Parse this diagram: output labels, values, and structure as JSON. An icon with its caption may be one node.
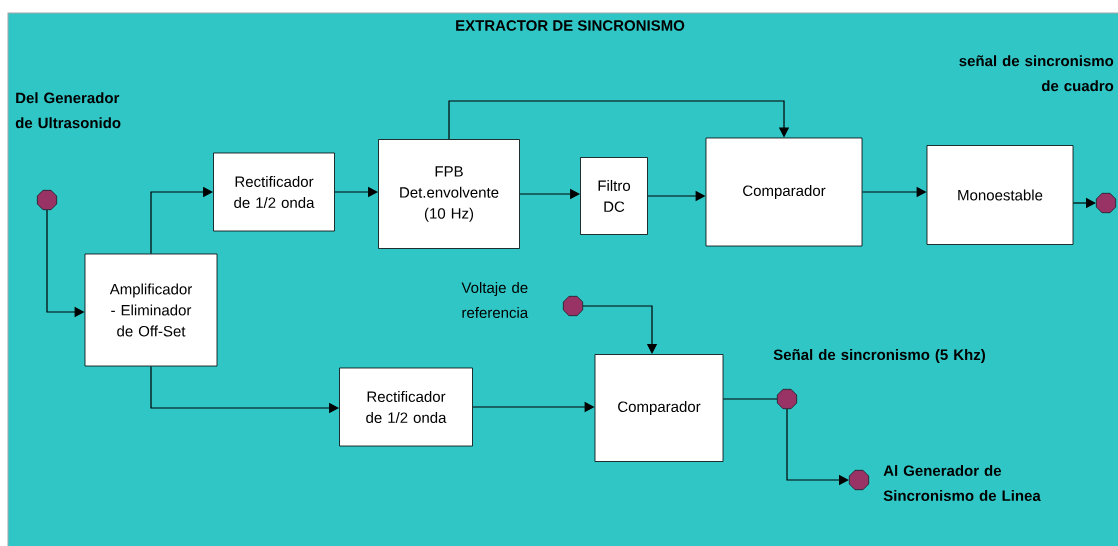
{
  "diagram": {
    "title": "EXTRACTOR DE SINCRONISMO",
    "nodes": [
      {
        "text": [],
        "shape": "circle"
      },
      {
        "text": [
          "Amplificador - Eliminador de Off-Set"
        ]
      },
      {
        "text": [
          "Rectificador de 1/2 onda"
        ]
      },
      {
        "text": [
          "FPB Det.envolvente (10 Hz)"
        ]
      },
      {
        "text": [
          "Filtro DC"
        ]
      },
      {
        "text": [
          "Comparador"
        ]
      },
      {
        "text": [
          "Monoestable"
        ]
      },
      {
        "text": [],
        "shape": "circle"
      },
      {
        "text": [],
        "shape": "circle",
        "beside": [
          "Voltaje de referencia"
        ]
      },
      {
        "text": [
          "Rectificador de 1/2 onda"
        ]
      },
      {
        "text": [
          "Comparador"
        ]
      },
      {
        "text": [],
        "shape": "circle",
        "beside": [
          "Señal de sincronismo (5 Khz)"
        ]
      },
      {
        "text": [],
        "shape": "circle",
        "beside": [
          "Al Generador de Sincronismo de Linea"
        ]
      }
    ],
    "edges": [
      {
        "from": 0,
        "to": 1,
        "arrow": "to"
      },
      {
        "from": 1,
        "to": 2,
        "arrow": "to"
      },
      {
        "from": 2,
        "to": 3,
        "arrow": "to"
      },
      {
        "from": 3,
        "to": 4,
        "arrow": "to"
      },
      {
        "from": 4,
        "to": 5,
        "arrow": "to"
      },
      {
        "from": 3,
        "to": 5,
        "arrow": "to"
      },
      {
        "from": 5,
        "to": 6,
        "arrow": "to"
      },
      {
        "from": 6,
        "to": 7,
        "arrow": "to"
      },
      {
        "from": 1,
        "to": 9,
        "arrow": "to"
      },
      {
        "from": 9,
        "to": 10,
        "arrow": "to"
      },
      {
        "from": 8,
        "to": 10,
        "arrow": "to"
      },
      {
        "from": 10,
        "to": 11,
        "arrow": "none"
      },
      {
        "from": 11,
        "to": 12,
        "arrow": "to"
      }
    ],
    "labels": [
      "Del Generador de Ultrasonido",
      "señal de sincronismo de cuadro"
    ]
  }
}
